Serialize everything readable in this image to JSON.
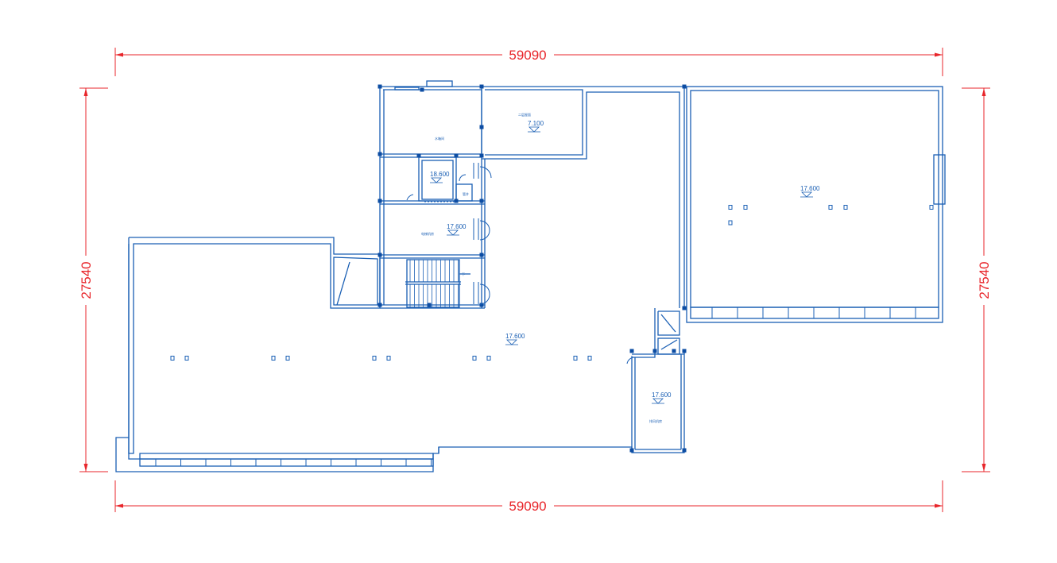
{
  "colors": {
    "dimension": "#e8262b",
    "wall": "#1a5fb4",
    "column": "#0d4da3",
    "background": "#ffffff"
  },
  "dimensions": {
    "top_width": "59090",
    "bottom_width": "59090",
    "left_height": "27540",
    "right_height": "27540"
  },
  "elevations": {
    "upper_mid_room": "7.100",
    "small_room": "18.600",
    "stair_hall": "17.600",
    "main_roof": "17.600",
    "right_block": "17.600",
    "lower_right_room": "17.600"
  },
  "room_labels": {
    "upper_mid_room": "二层屋面",
    "top_left_room": "水箱间",
    "small_side_room": "管井",
    "stair_hall": "电梯机房",
    "lower_right_room": "排风机房",
    "stair_down_mark": "下"
  }
}
